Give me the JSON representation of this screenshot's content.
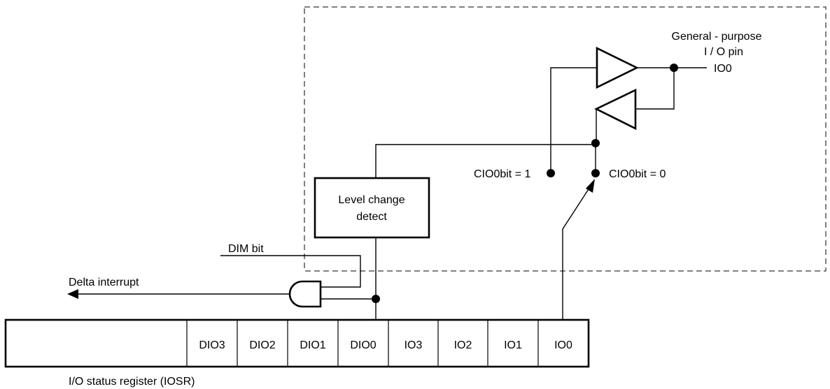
{
  "pin": {
    "title_line1": "General - purpose",
    "title_line2": "I / O pin",
    "name": "IO0"
  },
  "switch": {
    "label_one": "CIO0bit = 1",
    "label_zero": "CIO0bit = 0"
  },
  "detector": {
    "line1": "Level change",
    "line2": "detect"
  },
  "dim_label": "DIM bit",
  "interrupt_label": "Delta interrupt",
  "register": {
    "caption": "I/O status register (IOSR)",
    "cells": [
      "",
      "DIO3",
      "DIO2",
      "DIO1",
      "DIO0",
      "IO3",
      "IO2",
      "IO1",
      "IO0"
    ]
  }
}
